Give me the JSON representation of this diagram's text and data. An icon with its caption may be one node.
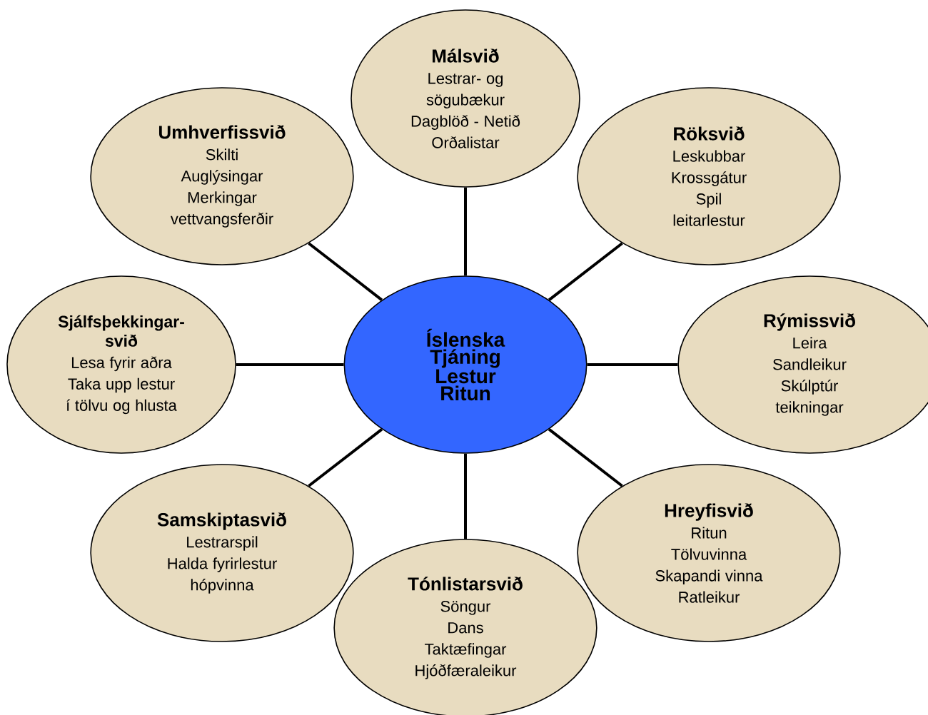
{
  "diagram": {
    "nodes": [
      {
        "text": [
          "Íslenska",
          "Tjáning",
          "Lestur",
          "Ritun"
        ]
      },
      {
        "text": [
          "Málsvið",
          "Lestrar- og sögubækur",
          "Dagblöð - Netið",
          "Orðalistar"
        ]
      },
      {
        "text": [
          "Röksvið",
          "Leskubbar",
          "Krossgátur",
          "Spil",
          "leitarlestur"
        ]
      },
      {
        "text": [
          "Rýmissvið",
          "Leira",
          "Sandleikur",
          "Skúlptúr",
          "teikningar"
        ]
      },
      {
        "text": [
          "Hreyfisvið",
          "Ritun",
          "Tölvuvinna",
          "Skapandi vinna",
          "Ratleikur"
        ]
      },
      {
        "text": [
          "Tónlistarsvið",
          "Söngur",
          "Dans",
          "Taktæfingar",
          "Hjóðfæraleikur"
        ]
      },
      {
        "text": [
          "Samskiptasvið",
          "Lestrarspil",
          "Halda fyrirlestur",
          "hópvinna"
        ]
      },
      {
        "text": [
          "Sjálfsþekkingar- svið",
          "Lesa fyrir aðra",
          "Taka upp lestur í tölvu og hlusta"
        ]
      },
      {
        "text": [
          "Umhverfissvið",
          "Skilti",
          "Auglýsingar",
          "Merkingar",
          "vettvangsferðir"
        ]
      }
    ],
    "edges": [
      {
        "from": 0,
        "to": 1,
        "arrow": "none"
      },
      {
        "from": 0,
        "to": 2,
        "arrow": "none"
      },
      {
        "from": 0,
        "to": 3,
        "arrow": "none"
      },
      {
        "from": 0,
        "to": 4,
        "arrow": "none"
      },
      {
        "from": 0,
        "to": 5,
        "arrow": "none"
      },
      {
        "from": 0,
        "to": 6,
        "arrow": "none"
      },
      {
        "from": 0,
        "to": 7,
        "arrow": "none"
      },
      {
        "from": 0,
        "to": 8,
        "arrow": "none"
      }
    ]
  }
}
